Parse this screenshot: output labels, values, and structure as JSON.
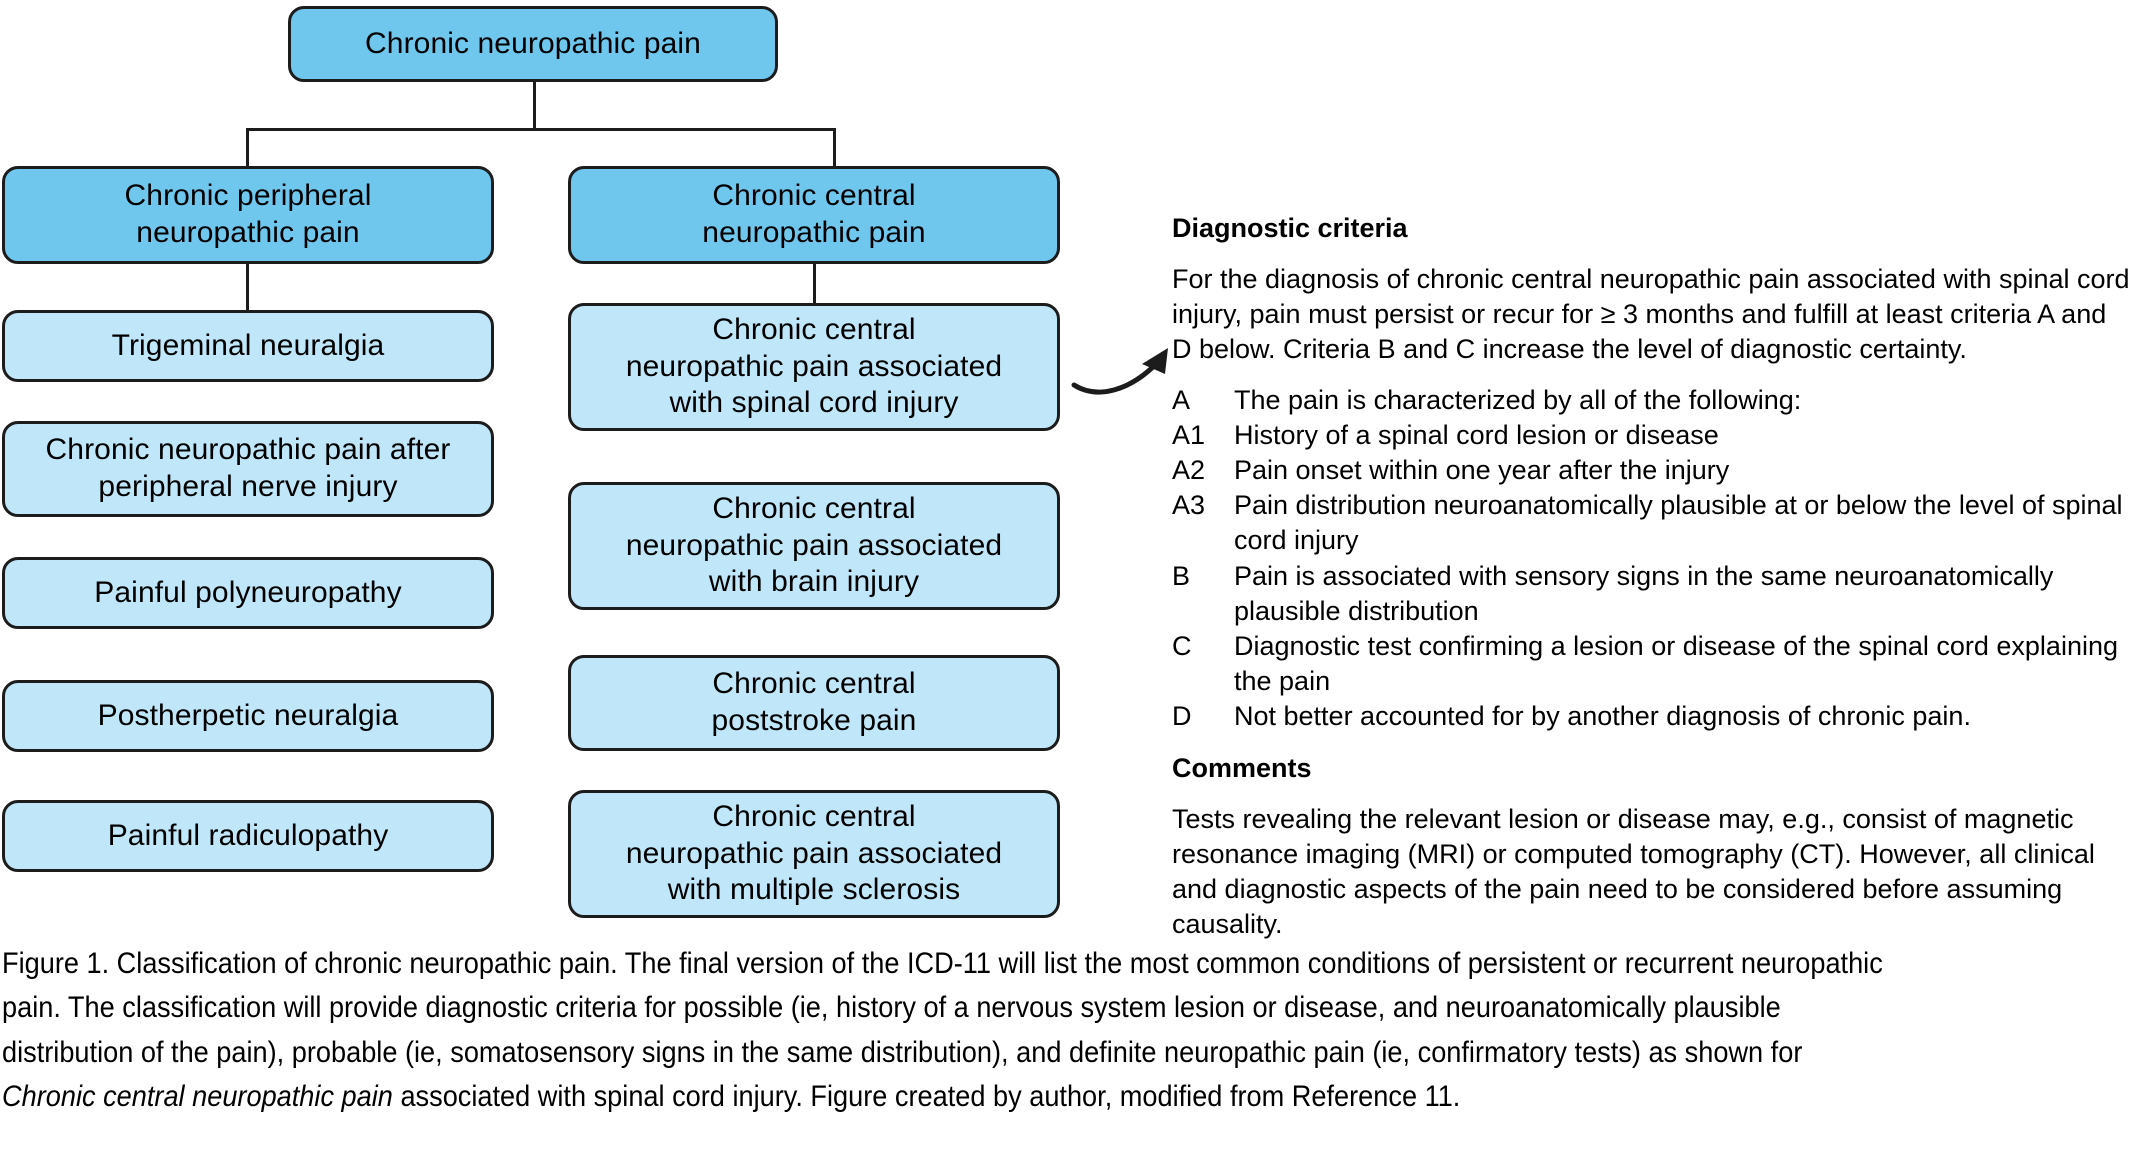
{
  "figure": {
    "colors": {
      "level1_fill": "#6FC7EE",
      "level2_fill": "#6FC7EE",
      "leaf_fill": "#BFE6F9",
      "stroke": "#1C1C1C",
      "text": "#000000",
      "background": "#FFFFFF"
    },
    "root": {
      "label": "Chronic neuropathic pain"
    },
    "branches": [
      {
        "label": "Chronic peripheral\nneuropathic pain",
        "children": [
          {
            "label": "Trigeminal neuralgia"
          },
          {
            "label": "Chronic neuropathic pain after\nperipheral nerve injury"
          },
          {
            "label": "Painful polyneuropathy"
          },
          {
            "label": "Postherpetic neuralgia"
          },
          {
            "label": "Painful radiculopathy"
          }
        ]
      },
      {
        "label": "Chronic central\nneuropathic pain",
        "children": [
          {
            "label": "Chronic central\nneuropathic pain associated\nwith spinal cord injury"
          },
          {
            "label": "Chronic central\nneuropathic pain associated\nwith brain injury"
          },
          {
            "label": "Chronic central\npoststroke pain"
          },
          {
            "label": "Chronic central\nneuropathic pain associated\nwith multiple sclerosis"
          }
        ]
      }
    ]
  },
  "criteria_panel": {
    "heading": "Diagnostic criteria",
    "intro": "For the diagnosis of chronic central neuropathic pain associated with spinal cord injury, pain must persist or recur for ≥ 3 months and fulfill at least criteria A and D below. Criteria B and C increase the level of diagnostic certainty.",
    "items": [
      {
        "label": "A",
        "text": "The pain is characterized by all of the following:"
      },
      {
        "label": "A1",
        "text": "History of a spinal cord lesion or disease"
      },
      {
        "label": "A2",
        "text": "Pain onset within one year after the injury"
      },
      {
        "label": "A3",
        "text": "Pain distribution neuroanatomically plausible at or below the level of spinal cord injury"
      },
      {
        "label": "B",
        "text": "Pain is associated with sensory signs in the same neuroanatomically plausible distribution"
      },
      {
        "label": "C",
        "text": "Diagnostic test confirming a lesion or disease of the spinal cord explaining the pain"
      },
      {
        "label": "D",
        "text": "Not better accounted for by another diagnosis of chronic pain."
      }
    ],
    "comments_heading": "Comments",
    "comments_text": "Tests revealing the relevant lesion or disease may, e.g., consist of magnetic resonance imaging (MRI) or computed tomography (CT). However, all clinical and diagnostic aspects of the pain need to be considered before assuming causality."
  },
  "caption": {
    "lines": [
      "Figure 1. Classification of chronic neuropathic pain. The final version of the ICD-11 will list the most common conditions of persistent or recurrent neuropathic",
      "pain. The classification will provide diagnostic criteria for possible (ie, history of a nervous system lesion or disease, and neuroanatomically plausible",
      "distribution of the pain), probable (ie, somatosensory signs in the same distribution), and definite neuropathic pain (ie, confirmatory tests) as shown for"
    ],
    "line4_italic": "Chronic central neuropathic pain",
    "line4_rest": " associated with spinal cord injury. Figure created by author, modified from Reference 11."
  }
}
